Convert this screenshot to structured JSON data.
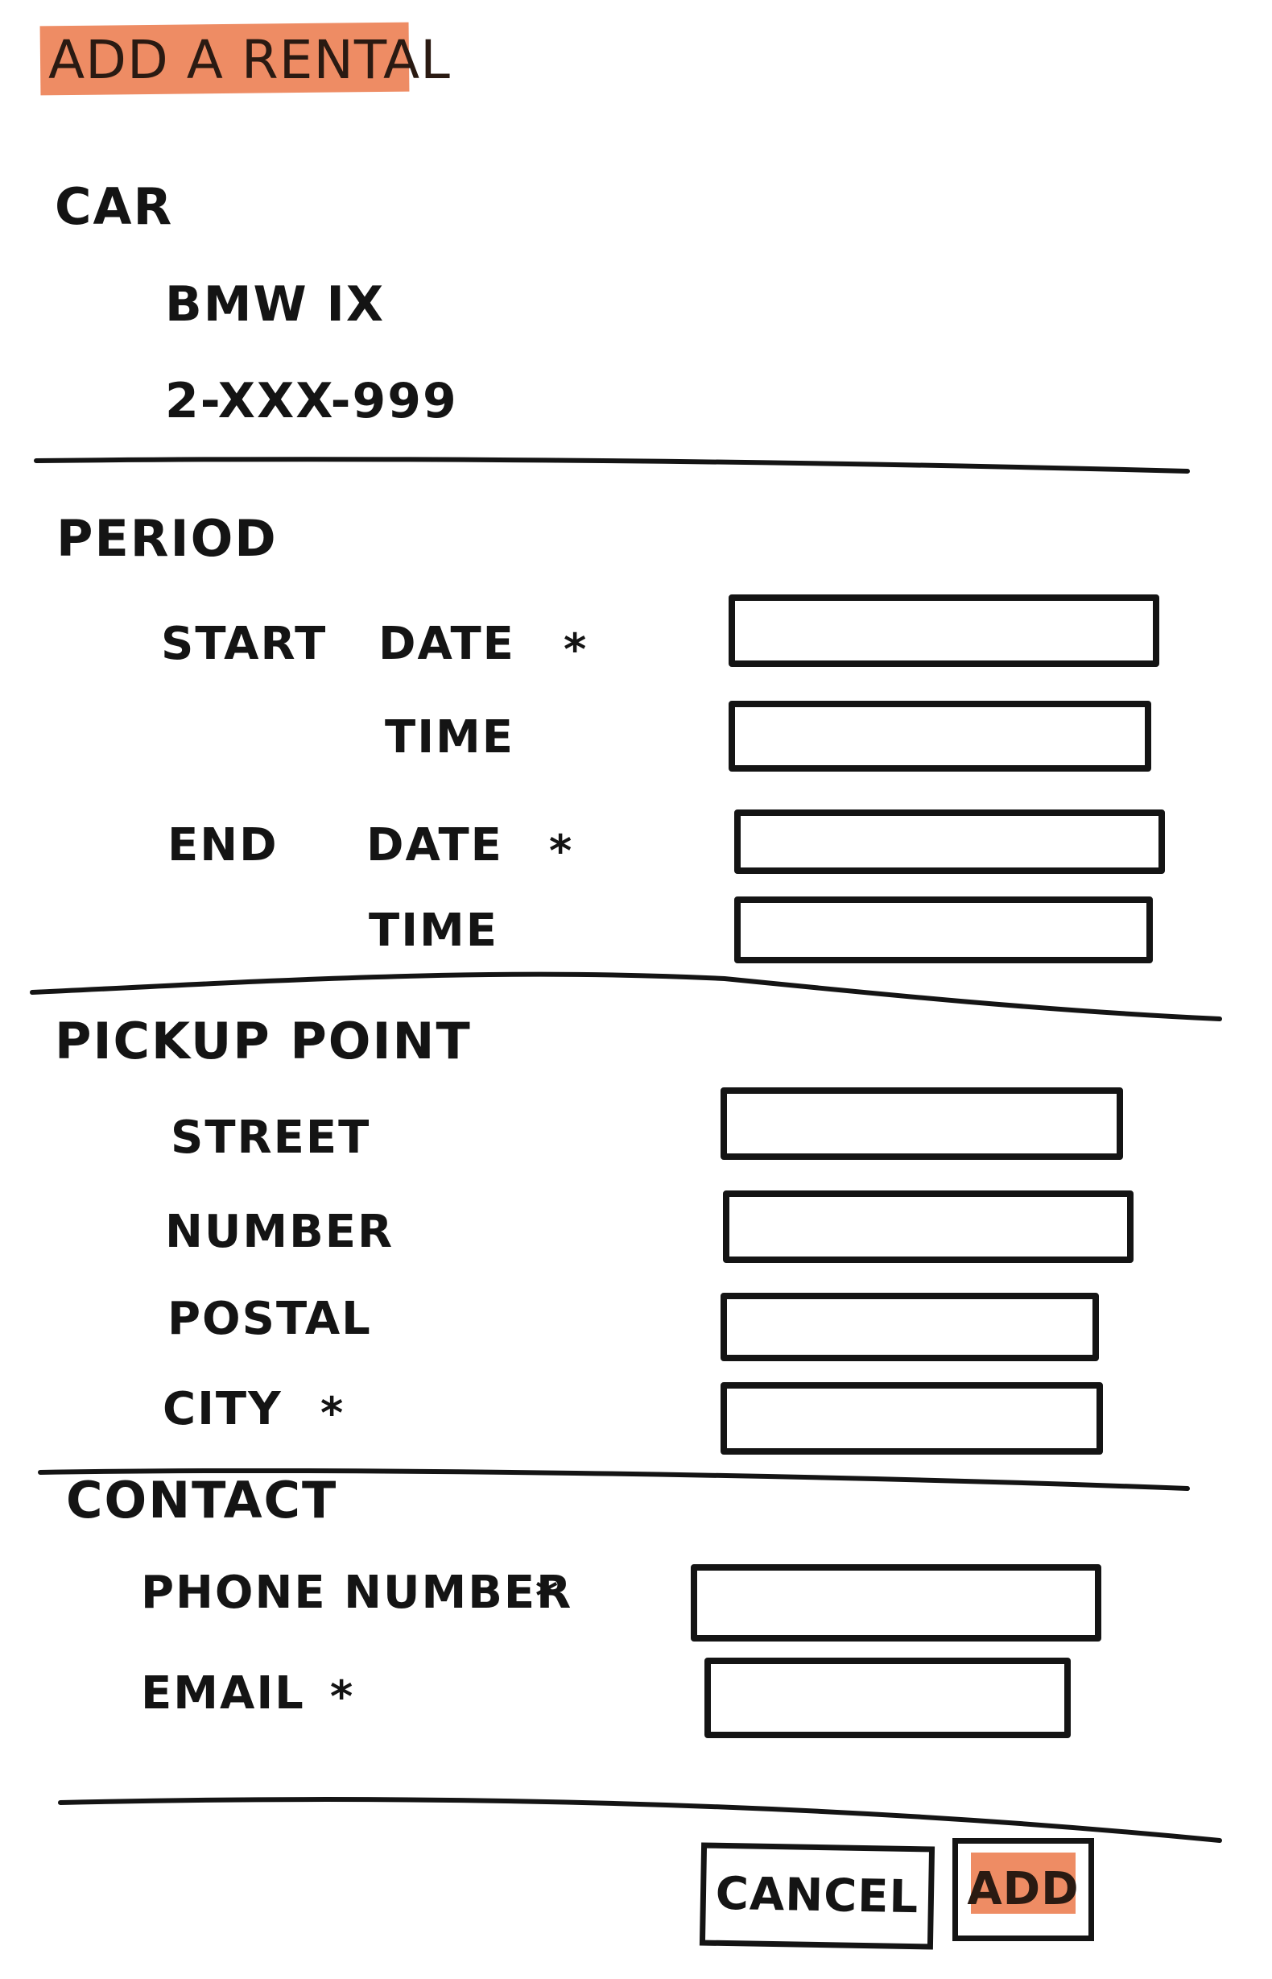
{
  "header": {
    "title": "ADD A RENTAL",
    "accent_color": "#ee8c64"
  },
  "car": {
    "section_title": "CAR",
    "model": "BMW iX",
    "plate": "2-XXX-999"
  },
  "period": {
    "section_title": "PERIOD",
    "start_label": "START",
    "end_label": "END",
    "date_label": "DATE",
    "time_label": "TIME",
    "required_mark": "*"
  },
  "pickup": {
    "section_title": "PICKUP POINT",
    "street_label": "STREET",
    "number_label": "NUMBER",
    "postal_label": "POSTAL",
    "city_label": "CITY",
    "required_mark": "*"
  },
  "contact": {
    "section_title": "CONTACT",
    "phone_label": "PHONE NUMBER",
    "email_label": "EMAIL",
    "required_mark": "*"
  },
  "actions": {
    "cancel_label": "CANCEL",
    "add_label": "ADD"
  }
}
